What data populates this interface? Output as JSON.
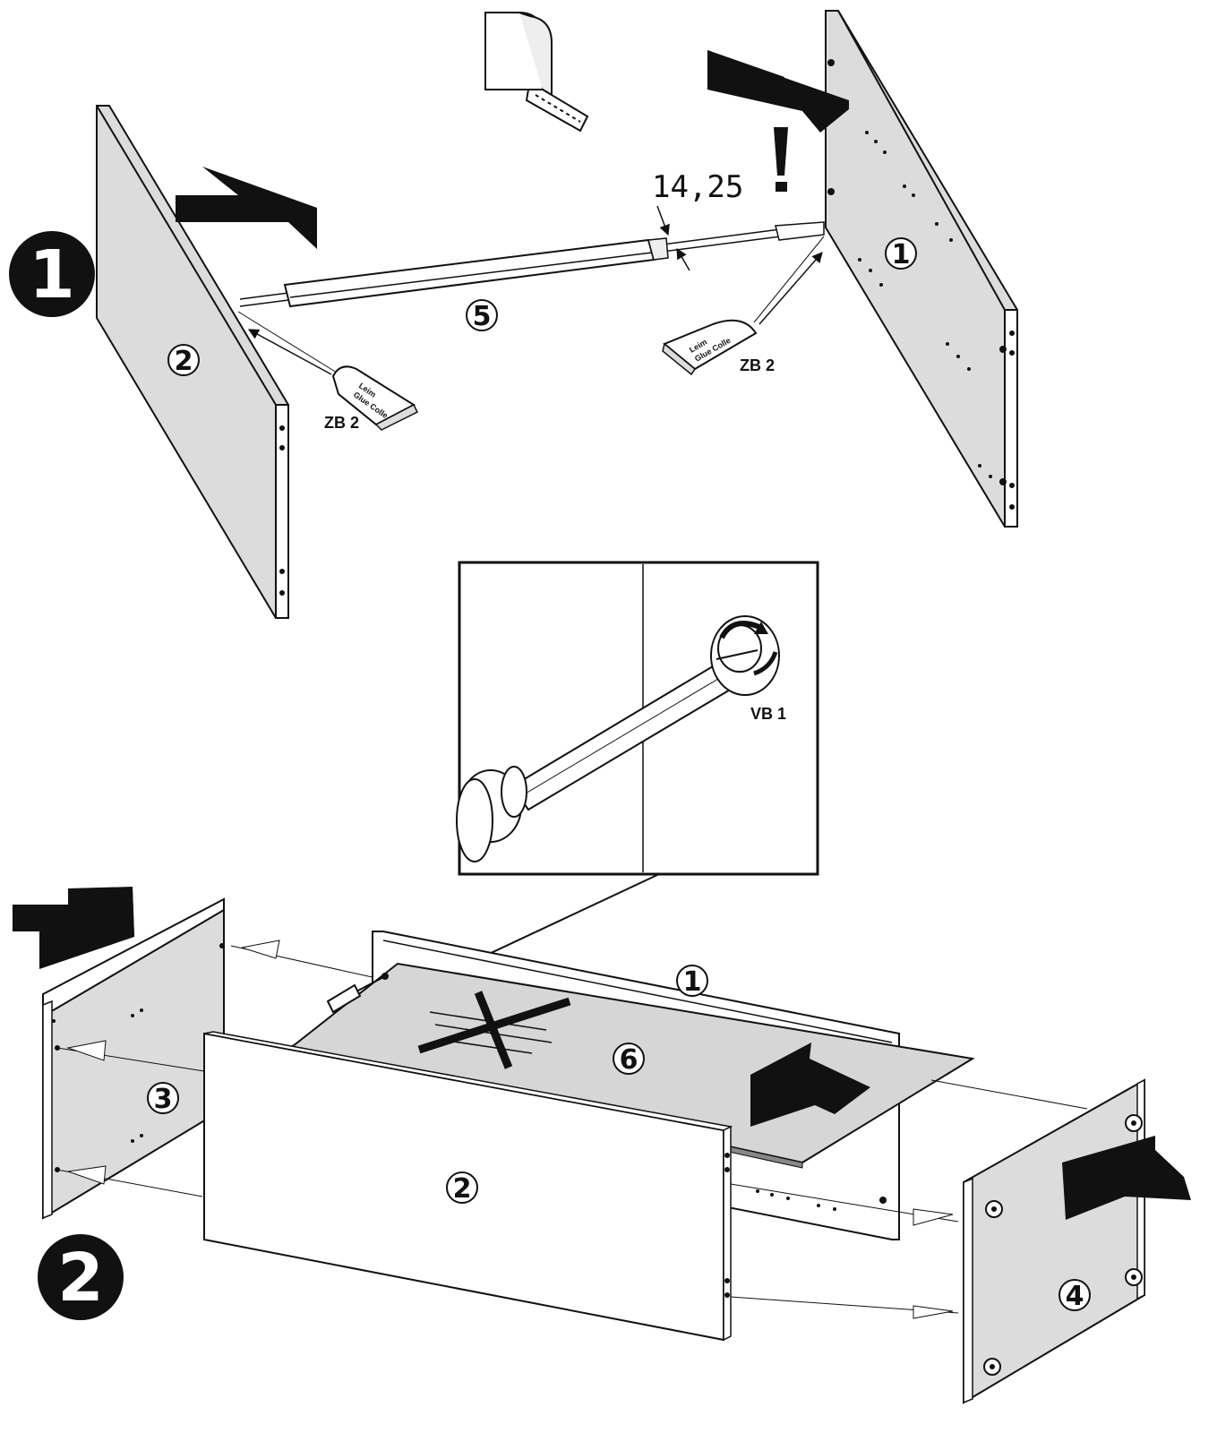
{
  "steps": {
    "step1": "1",
    "step2": "2"
  },
  "parts": {
    "side_right": "1",
    "side_left": "2",
    "rod": "5",
    "back": "1",
    "front": "2",
    "end_left": "3",
    "end_right": "4",
    "bottom": "6"
  },
  "labels": {
    "glue_left": "ZB 2",
    "glue_right": "ZB 2",
    "connector": "VB 1",
    "measure": "14,25",
    "warning": "!"
  },
  "glue_tube_text": [
    "Leim",
    "Glue Colle"
  ],
  "icons": [
    "tape-measure-icon",
    "push-arrow-icon",
    "glue-tube-icon",
    "screwdriver-icon",
    "cam-lock-icon",
    "no-cross-icon"
  ],
  "colors": {
    "panel": "#d9d9d9",
    "ink": "#111111",
    "edge": "#ffffff"
  }
}
